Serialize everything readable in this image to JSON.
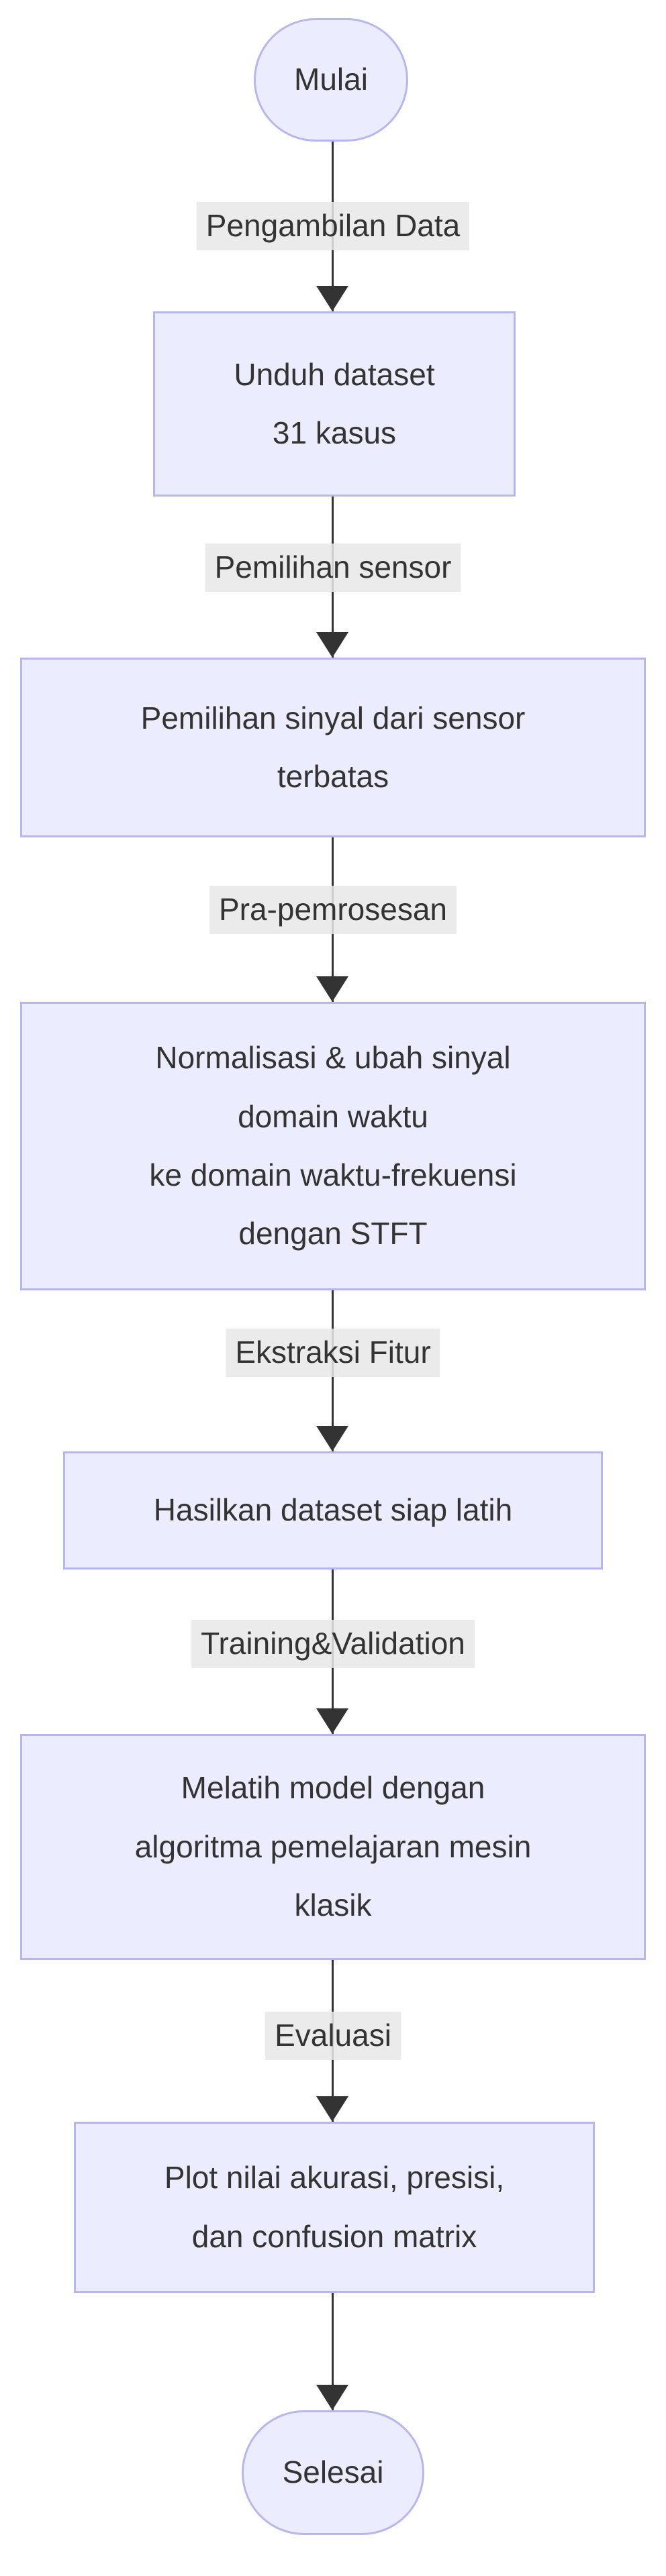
{
  "diagram": {
    "type": "flowchart",
    "direction": "top-down",
    "colors": {
      "node_fill": "#ECECFF",
      "node_border": "#B7B7EC",
      "edge": "#333333",
      "edge_label_bg": "#E8E8E8",
      "text": "#333333",
      "background": "#FFFFFF"
    },
    "nodes": [
      {
        "id": "start",
        "shape": "stadium",
        "label": "Mulai"
      },
      {
        "id": "unduh",
        "shape": "rect",
        "lines": [
          "Unduh dataset",
          "31 kasus"
        ]
      },
      {
        "id": "pemilihan",
        "shape": "rect",
        "lines": [
          "Pemilihan sinyal dari sensor",
          "terbatas"
        ]
      },
      {
        "id": "normalisasi",
        "shape": "rect",
        "lines": [
          "Normalisasi & ubah sinyal",
          "domain waktu",
          "ke domain waktu-frekuensi",
          "dengan STFT"
        ]
      },
      {
        "id": "hasilkan",
        "shape": "rect",
        "lines": [
          "Hasilkan dataset siap latih"
        ]
      },
      {
        "id": "melatih",
        "shape": "rect",
        "lines": [
          "Melatih model dengan",
          "algoritma pemelajaran mesin",
          "klasik"
        ]
      },
      {
        "id": "plot",
        "shape": "rect",
        "lines": [
          "Plot nilai akurasi, presisi,",
          "dan confusion matrix"
        ]
      },
      {
        "id": "end",
        "shape": "stadium",
        "label": "Selesai"
      }
    ],
    "edges": [
      {
        "from": "start",
        "to": "unduh",
        "label": "Pengambilan Data"
      },
      {
        "from": "unduh",
        "to": "pemilihan",
        "label": "Pemilihan sensor"
      },
      {
        "from": "pemilihan",
        "to": "normalisasi",
        "label": "Pra-pemrosesan"
      },
      {
        "from": "normalisasi",
        "to": "hasilkan",
        "label": "Ekstraksi Fitur"
      },
      {
        "from": "hasilkan",
        "to": "melatih",
        "label": "Training&Validation"
      },
      {
        "from": "melatih",
        "to": "plot",
        "label": "Evaluasi"
      },
      {
        "from": "plot",
        "to": "end",
        "label": ""
      }
    ]
  }
}
